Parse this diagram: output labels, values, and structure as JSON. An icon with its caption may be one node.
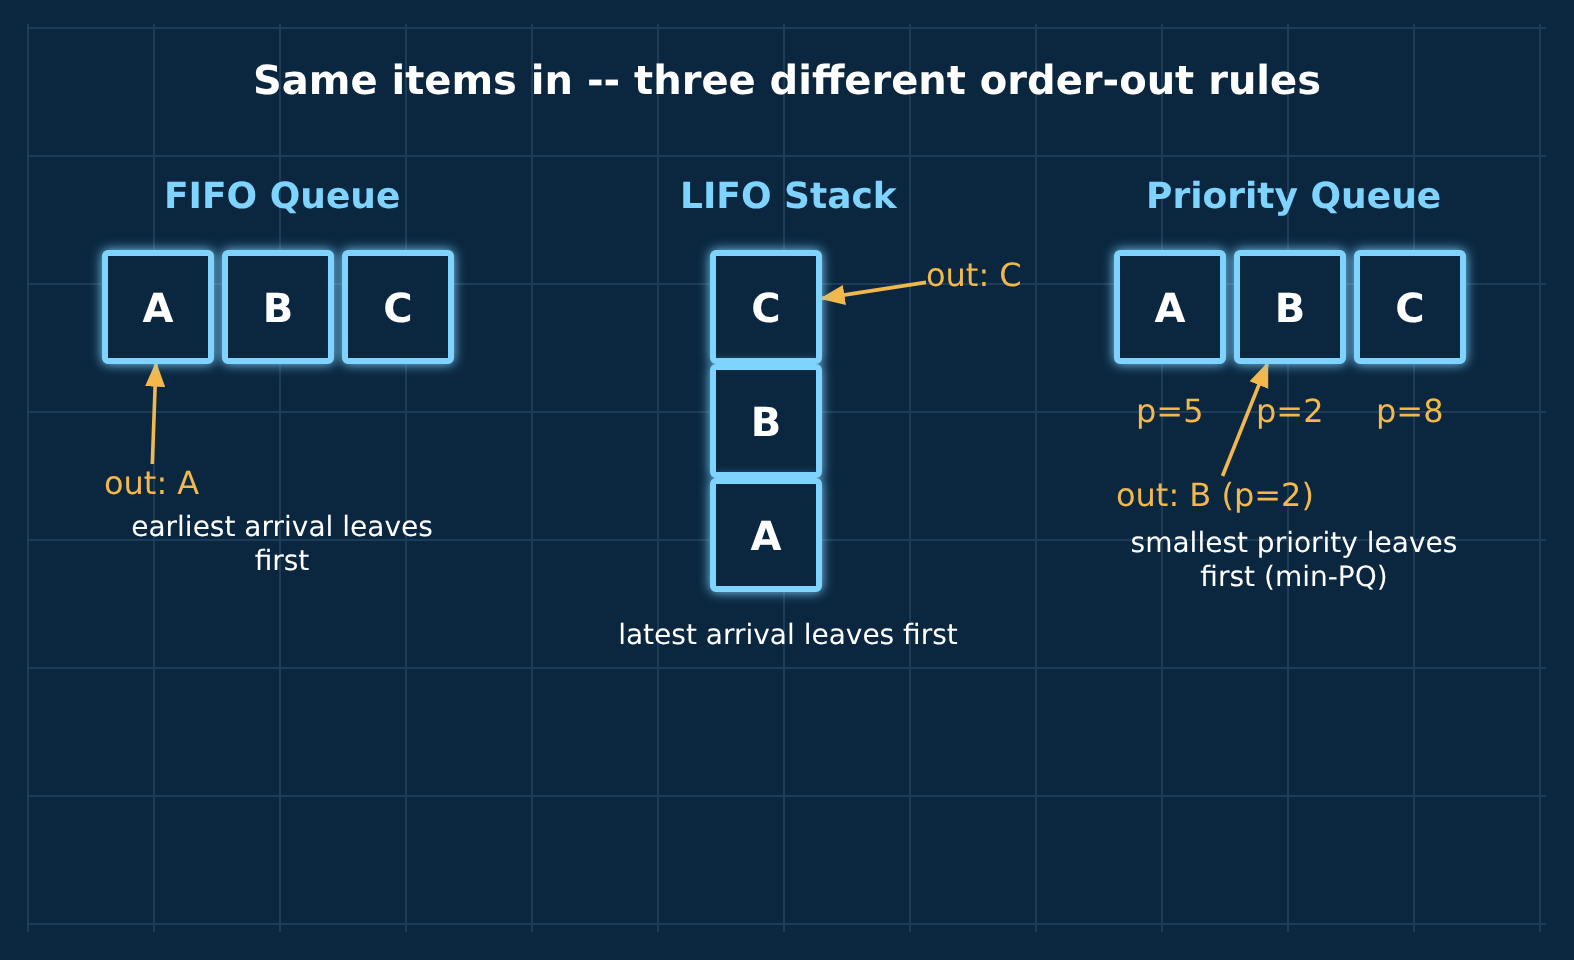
{
  "diagram": {
    "title": "Same items in -- three different order-out rules",
    "nodes": [
      {
        "text": [
          "A"
        ]
      },
      {
        "text": [
          "B"
        ]
      },
      {
        "text": [
          "C"
        ]
      },
      {
        "text": [
          "C"
        ]
      },
      {
        "text": [
          "B"
        ]
      },
      {
        "text": [
          "A"
        ]
      },
      {
        "text": [
          "out: C"
        ]
      },
      {
        "text": [
          "A"
        ],
        "beside": [
          "p=5"
        ]
      },
      {
        "text": [
          "B"
        ],
        "beside": [
          "p=2"
        ]
      },
      {
        "text": [
          "C"
        ],
        "beside": [
          "p=8"
        ]
      },
      {
        "text": [
          "out: A"
        ]
      },
      {
        "text": [
          "out: B (p=2)"
        ]
      }
    ],
    "edges": [
      {
        "from": 10,
        "to": 0,
        "arrow": "to"
      },
      {
        "from": 6,
        "to": 3,
        "arrow": "to"
      },
      {
        "from": 11,
        "to": 8,
        "arrow": "to"
      }
    ],
    "labels": [
      "FIFO Queue",
      "LIFO Stack",
      "Priority Queue",
      "earliest arrival leaves first",
      "latest arrival leaves first",
      "smallest priority leaves first (min-PQ)"
    ]
  }
}
